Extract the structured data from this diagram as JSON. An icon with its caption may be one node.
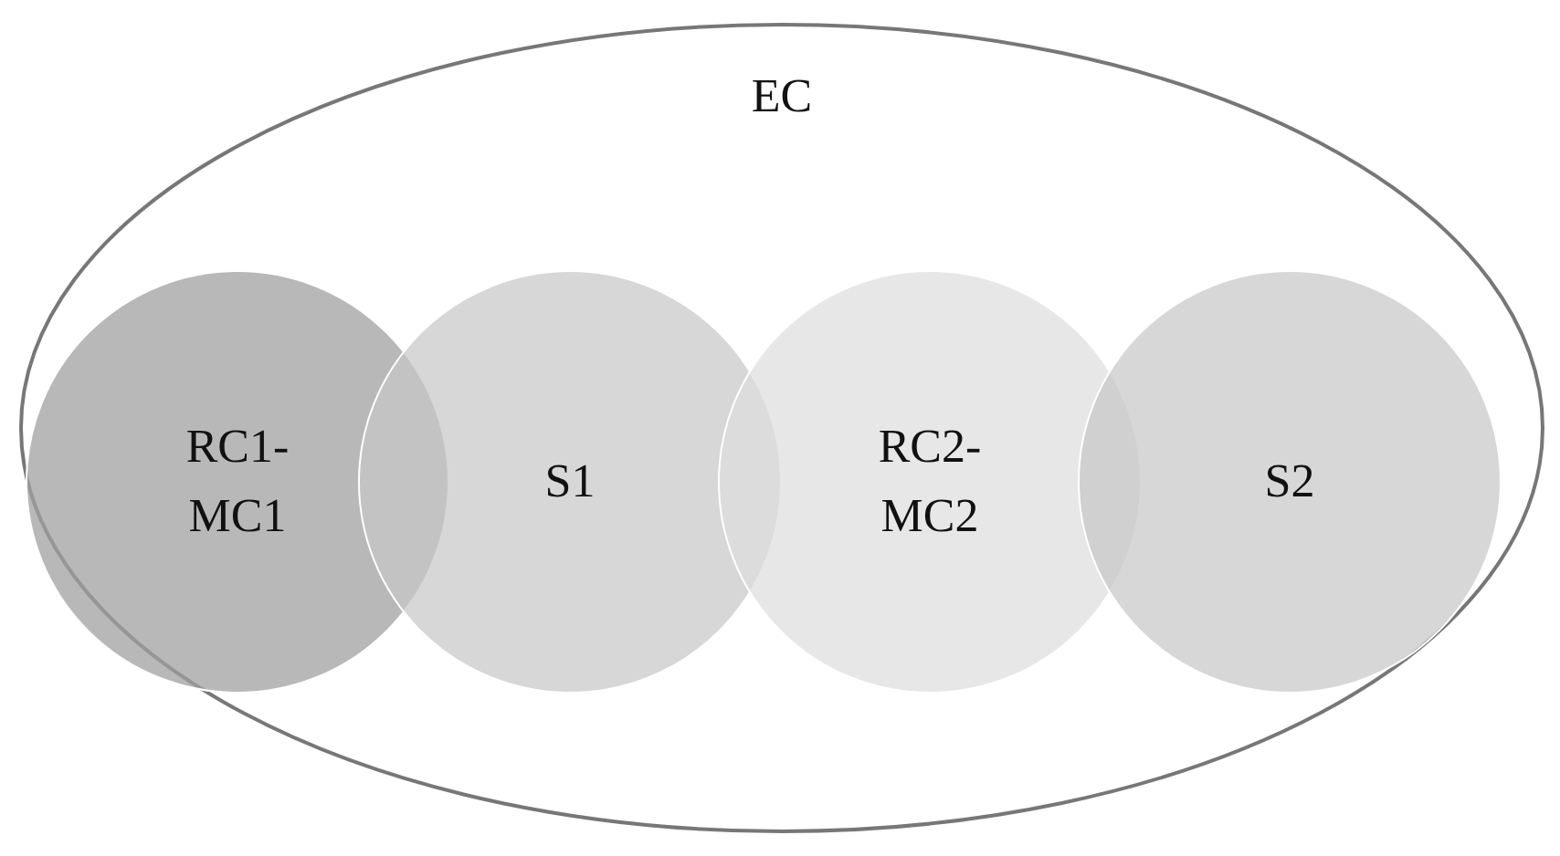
{
  "diagram": {
    "nodes": [
      {
        "text": [
          "EC"
        ]
      },
      {
        "text": [
          "RC1- MC1"
        ],
        "in": 0
      },
      {
        "text": [
          "S1"
        ],
        "in": 0
      },
      {
        "text": [
          "RC2- MC2"
        ],
        "in": 0
      },
      {
        "text": [
          "S2"
        ],
        "in": 0
      }
    ]
  }
}
